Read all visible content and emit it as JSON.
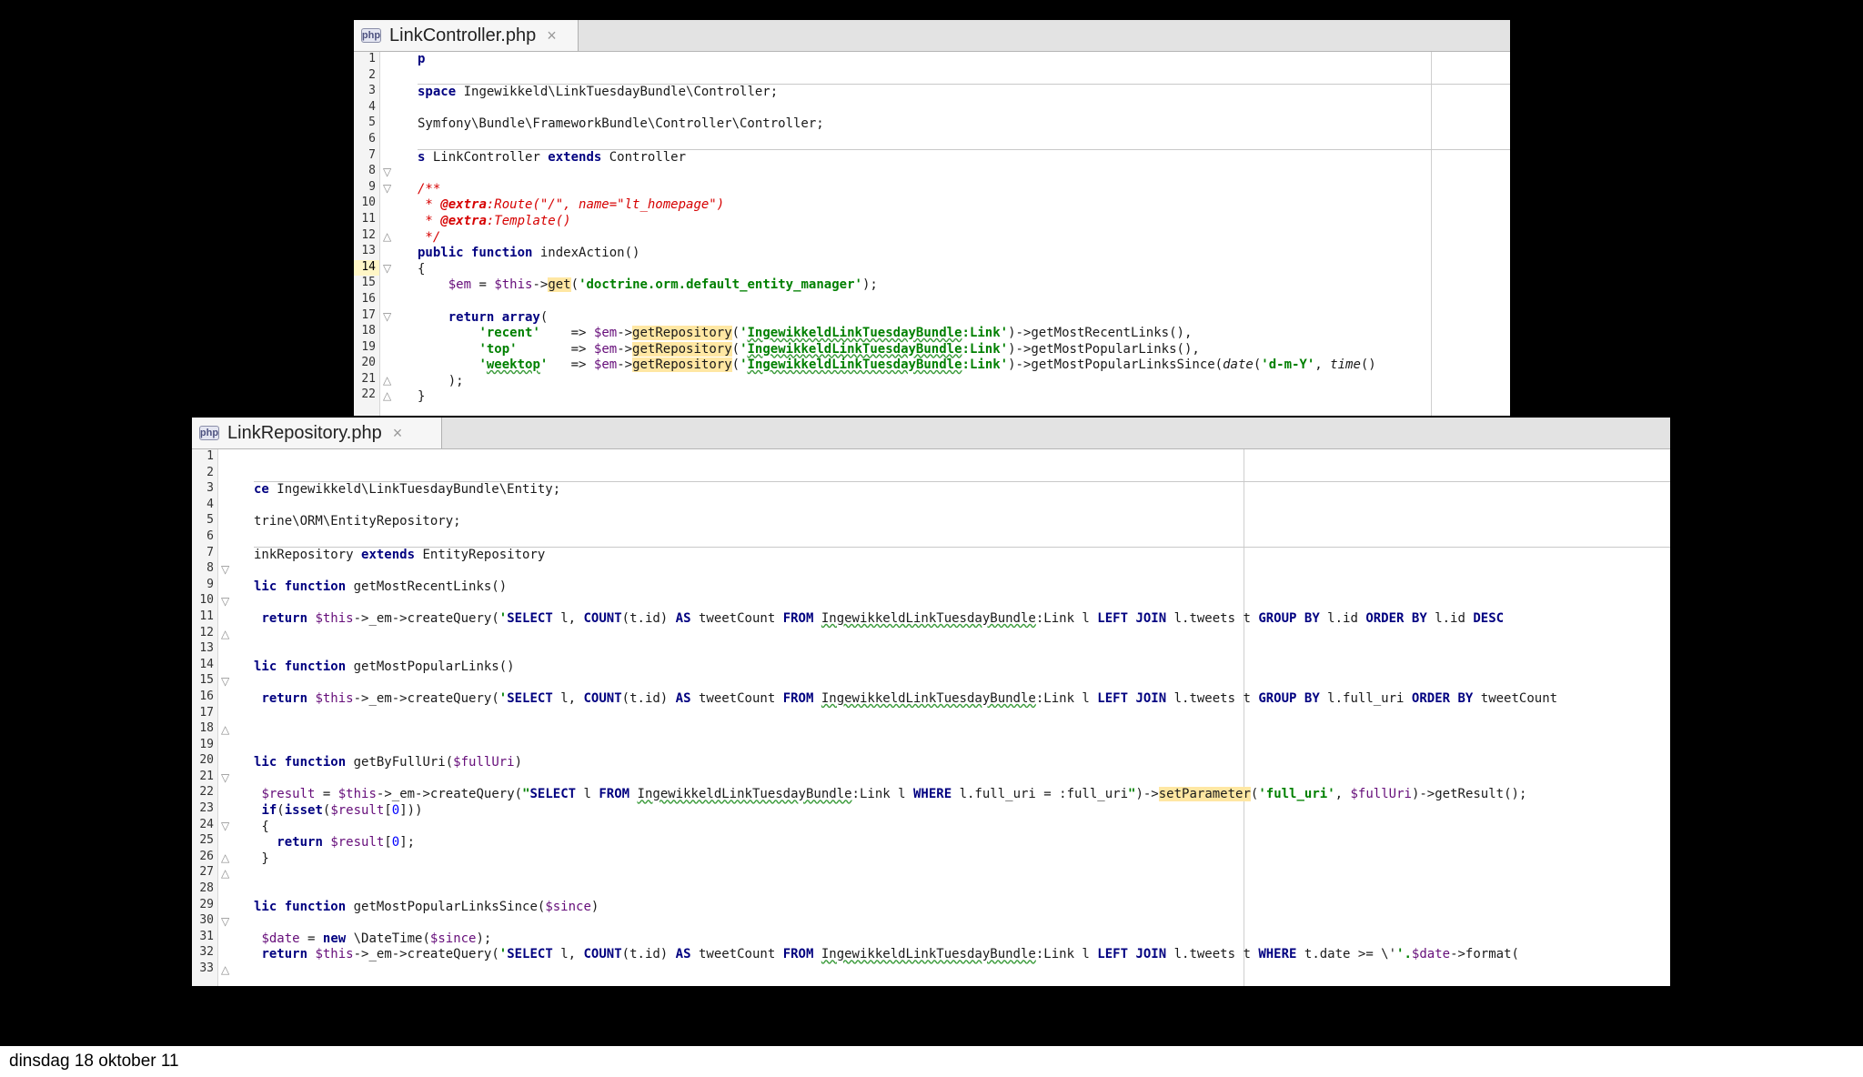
{
  "editor_top": {
    "tab_label": "LinkController.php",
    "icon": "php-file-icon",
    "line_numbers": [
      "1",
      "2",
      "3",
      "4",
      "5",
      "6",
      "7",
      "8",
      "9",
      "10",
      "11",
      "12",
      "13",
      "14",
      "15",
      "16",
      "17",
      "18",
      "19",
      "20",
      "21",
      "22"
    ]
  },
  "editor_bottom": {
    "tab_label": "LinkRepository.php",
    "icon": "php-file-icon",
    "line_numbers": [
      "1",
      "2",
      "3",
      "4",
      "5",
      "6",
      "7",
      "8",
      "9",
      "10",
      "11",
      "12",
      "13",
      "14",
      "15",
      "16",
      "17",
      "18",
      "19",
      "20",
      "21",
      "22",
      "23",
      "24",
      "25",
      "26",
      "27",
      "28",
      "29",
      "30",
      "31",
      "32",
      "33"
    ]
  },
  "footer": {
    "date_text": "dinsdag 18 oktober 11"
  },
  "colors": {
    "keyword": "#000080",
    "string": "#008000",
    "comment": "#d60000",
    "variable": "#660e7a",
    "background": "#000000"
  }
}
